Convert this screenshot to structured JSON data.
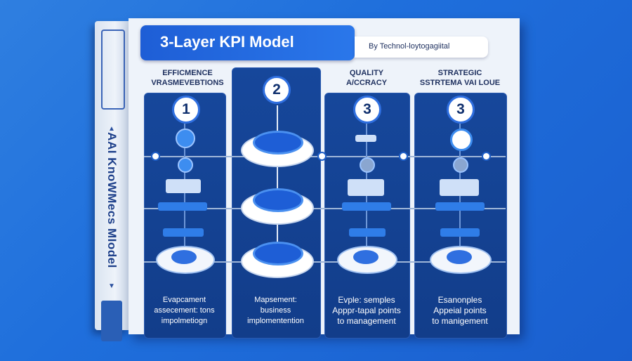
{
  "header": {
    "title": "3-Layer KPI Model",
    "byline": "By Technol-loytogagiital"
  },
  "spine": {
    "title": "AAI KnoWMecs MIodel"
  },
  "columns": [
    {
      "number": "1",
      "label_line1": "EFFICMENCE",
      "label_line2": "VRASMEVEBTIONS",
      "foot_line1": "Evapcament",
      "foot_line2": "assecement: tons",
      "foot_line3": "impolmetiogn"
    },
    {
      "number": "2",
      "label_line1": "",
      "label_line2": "",
      "foot_line1": "Mapsement:",
      "foot_line2": "business",
      "foot_line3": "implomentention"
    },
    {
      "number": "3",
      "label_line1": "QUALITY",
      "label_line2": "A/CCRACY",
      "foot_line1": "Evple: semples",
      "foot_line2": "Apppr-tapal points",
      "foot_line3": "to management"
    },
    {
      "number": "3",
      "label_line1": "STRATEGIC",
      "label_line2": "SSTRTEMA VAI LOUE",
      "foot_line1": "Esanonples",
      "foot_line2": "Appeial points",
      "foot_line3": "to manigement"
    }
  ],
  "colors": {
    "accent": "#2a77ea",
    "column": "#16479b",
    "panel": "#eef3fa"
  },
  "icons": [
    "bookmark-icon",
    "leaf-icon",
    "chart-icon",
    "gear-icon",
    "disc-stack-icon"
  ]
}
